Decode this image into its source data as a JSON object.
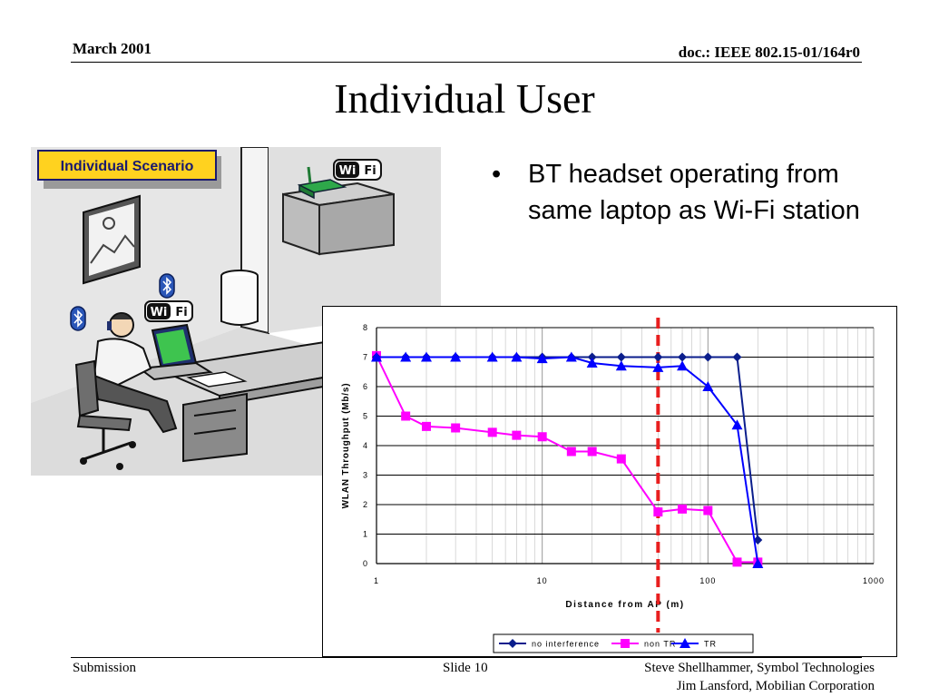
{
  "header": {
    "date": "March 2001",
    "doc": "doc.: IEEE 802.15-01/164r0"
  },
  "title": "Individual User",
  "illustration": {
    "badge": "Individual Scenario",
    "wifi_left": "Wi",
    "wifi_right": "Fi"
  },
  "bullets": [
    {
      "text": "BT headset operating from same laptop as Wi-Fi station"
    }
  ],
  "footer": {
    "left": "Submission",
    "center": "Slide 10",
    "right_line1": "Steve Shellhammer, Symbol Technologies",
    "right_line2": "Jim Lansford, Mobilian Corporation"
  },
  "chart_data": {
    "type": "line",
    "title": "",
    "xlabel": "Distance from AP (m)",
    "ylabel": "WLAN Throughput (Mb/s)",
    "xscale": "log",
    "xlim": [
      1,
      1000
    ],
    "ylim": [
      0,
      8
    ],
    "xticks": [
      "1",
      "10",
      "100",
      "1000"
    ],
    "yticks": [
      "0",
      "1",
      "2",
      "3",
      "4",
      "5",
      "6",
      "7",
      "8"
    ],
    "grid": true,
    "legend_position": "bottom",
    "marker_line": {
      "x": 50,
      "color": "#e81e1e",
      "style": "dashed"
    },
    "series": [
      {
        "name": "no interference",
        "color": "#0b1e8c",
        "marker": "diamond",
        "x": [
          1,
          1.5,
          2,
          3,
          5,
          7,
          10,
          15,
          20,
          30,
          50,
          70,
          100,
          150,
          200
        ],
        "y": [
          7.0,
          7.0,
          7.0,
          7.0,
          7.0,
          7.0,
          7.0,
          7.0,
          7.0,
          7.0,
          7.0,
          7.0,
          7.0,
          7.0,
          0.8
        ]
      },
      {
        "name": "non TR",
        "color": "#ff00ff",
        "marker": "square",
        "x": [
          1,
          1.5,
          2,
          3,
          5,
          7,
          10,
          15,
          20,
          30,
          50,
          70,
          100,
          150,
          200
        ],
        "y": [
          7.05,
          5.0,
          4.65,
          4.6,
          4.45,
          4.35,
          4.3,
          3.8,
          3.8,
          3.55,
          1.75,
          1.85,
          1.8,
          0.05,
          0.05
        ]
      },
      {
        "name": "TR",
        "color": "#0000ff",
        "marker": "triangle",
        "x": [
          1,
          1.5,
          2,
          3,
          5,
          7,
          10,
          15,
          20,
          30,
          50,
          70,
          100,
          150,
          200
        ],
        "y": [
          7.0,
          7.0,
          7.0,
          7.0,
          7.0,
          7.0,
          6.95,
          7.0,
          6.8,
          6.7,
          6.65,
          6.7,
          6.0,
          4.7,
          0.0
        ]
      }
    ]
  }
}
